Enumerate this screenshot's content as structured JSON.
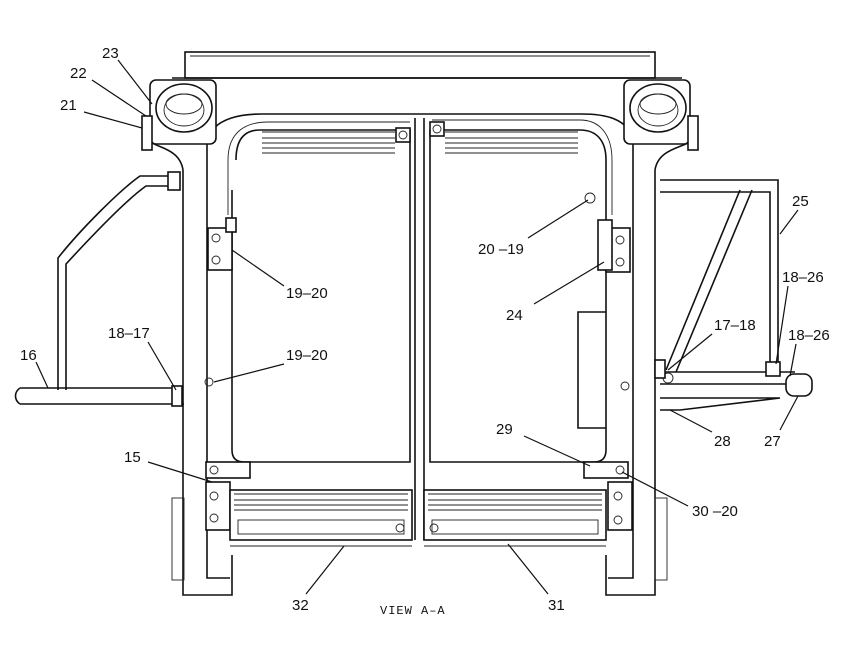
{
  "labels": {
    "p21": "21",
    "p22": "22",
    "p23": "23",
    "p16": "16",
    "p18_17": "18–17",
    "p15": "15",
    "p19_20a": "19–20",
    "p19_20b": "19–20",
    "p20_19": "20 –19",
    "p24": "24",
    "p25": "25",
    "p18_26a": "18–26",
    "p18_26b": "18–26",
    "p17_18": "17–18",
    "p28": "28",
    "p27": "27",
    "p29": "29",
    "p30_20": "30 –20",
    "p32": "32",
    "p31": "31"
  },
  "caption": "VIEW A–A"
}
